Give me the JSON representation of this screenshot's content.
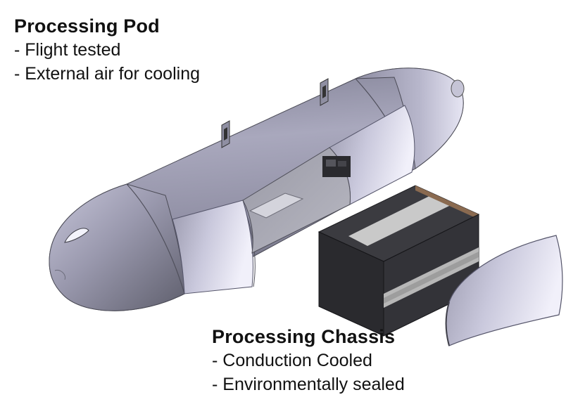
{
  "pod": {
    "title": "Processing Pod",
    "items": [
      "- Flight tested",
      "- External air for cooling"
    ]
  },
  "chassis": {
    "title": "Processing Chassis",
    "items": [
      "- Conduction Cooled",
      "- Environmentally sealed"
    ]
  },
  "colors": {
    "pod_shell": "#8c8ca0",
    "pod_highlight": "#d9d8ec",
    "pod_shadow": "#555564",
    "chassis_dark": "#2c2c30",
    "chassis_top": "#3f3f44",
    "stripe": "#c8c8c8",
    "text": "#111111"
  }
}
